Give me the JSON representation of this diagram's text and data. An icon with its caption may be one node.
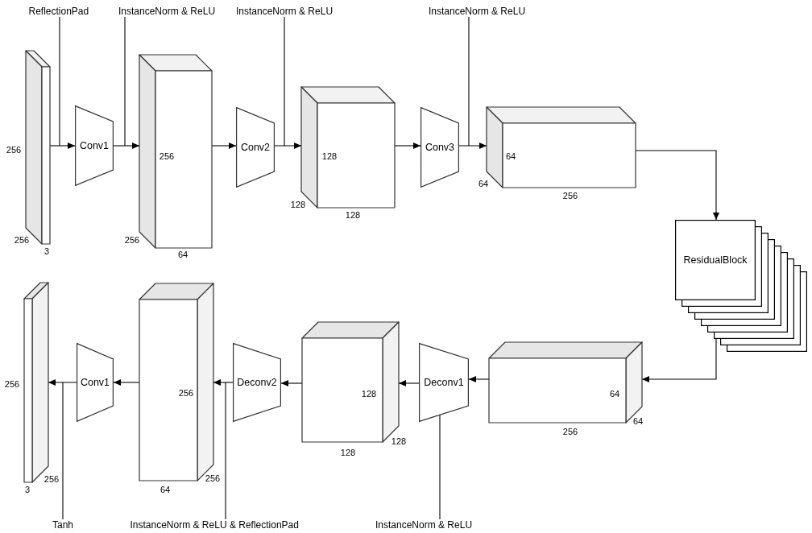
{
  "diagram": {
    "nodes": [
      {
        "text": [
          "ReflectionPad"
        ]
      },
      {
        "text": [
          "InstanceNorm & ReLU"
        ]
      },
      {
        "text": [
          "InstanceNorm & ReLU"
        ]
      },
      {
        "text": [
          "InstanceNorm & ReLU"
        ]
      },
      {
        "text": [],
        "shape": "cube",
        "beside": [
          "256",
          "256",
          "3"
        ]
      },
      {
        "text": [
          "Conv1"
        ]
      },
      {
        "text": [
          "256"
        ],
        "beside": [
          "256",
          "64"
        ]
      },
      {
        "text": [
          "Conv2"
        ]
      },
      {
        "text": [
          "128"
        ],
        "beside": [
          "128",
          "128"
        ]
      },
      {
        "text": [
          "Conv3"
        ]
      },
      {
        "text": [
          "64"
        ],
        "beside": [
          "64",
          "256"
        ]
      },
      {
        "text": [
          "ResidualBlock"
        ]
      },
      {
        "text": [],
        "shape": "cube",
        "beside": [
          "256",
          "256",
          "3"
        ]
      },
      {
        "text": [
          "Conv1"
        ]
      },
      {
        "text": [
          "256"
        ],
        "beside": [
          "256",
          "64"
        ]
      },
      {
        "text": [
          "Deconv2"
        ]
      },
      {
        "text": [
          "128"
        ],
        "beside": [
          "128",
          "128"
        ]
      },
      {
        "text": [
          "Deconv1"
        ]
      },
      {
        "text": [
          "64"
        ],
        "beside": [
          "64",
          "256"
        ]
      },
      {
        "text": [
          "Tanh"
        ]
      },
      {
        "text": [
          "InstanceNorm & ReLU & ReflectionPad"
        ]
      },
      {
        "text": [
          "InstanceNorm & ReLU"
        ]
      }
    ],
    "edges": [
      {
        "from": 4,
        "to": 5,
        "arrow": "to"
      },
      {
        "from": 5,
        "to": 6,
        "arrow": "to"
      },
      {
        "from": 6,
        "to": 7,
        "arrow": "to"
      },
      {
        "from": 7,
        "to": 8,
        "arrow": "to"
      },
      {
        "from": 8,
        "to": 9,
        "arrow": "to"
      },
      {
        "from": 9,
        "to": 10,
        "arrow": "to"
      },
      {
        "from": 10,
        "to": 11,
        "arrow": "to"
      },
      {
        "from": 11,
        "to": 18,
        "arrow": "to"
      },
      {
        "from": 18,
        "to": 17,
        "arrow": "to"
      },
      {
        "from": 17,
        "to": 16,
        "arrow": "to"
      },
      {
        "from": 16,
        "to": 15,
        "arrow": "to"
      },
      {
        "from": 15,
        "to": 14,
        "arrow": "to"
      },
      {
        "from": 14,
        "to": 13,
        "arrow": "to"
      },
      {
        "from": 13,
        "to": 12,
        "arrow": "to"
      },
      {
        "from": 0,
        "to": 4,
        "arrow": "none"
      },
      {
        "from": 1,
        "to": null,
        "arrow": "none"
      },
      {
        "from": 2,
        "to": null,
        "arrow": "none"
      },
      {
        "from": 3,
        "to": null,
        "arrow": "none"
      },
      {
        "from": 19,
        "to": 12,
        "arrow": "none"
      },
      {
        "from": 20,
        "to": 15,
        "arrow": "none"
      },
      {
        "from": 21,
        "to": 17,
        "arrow": "none"
      }
    ]
  }
}
